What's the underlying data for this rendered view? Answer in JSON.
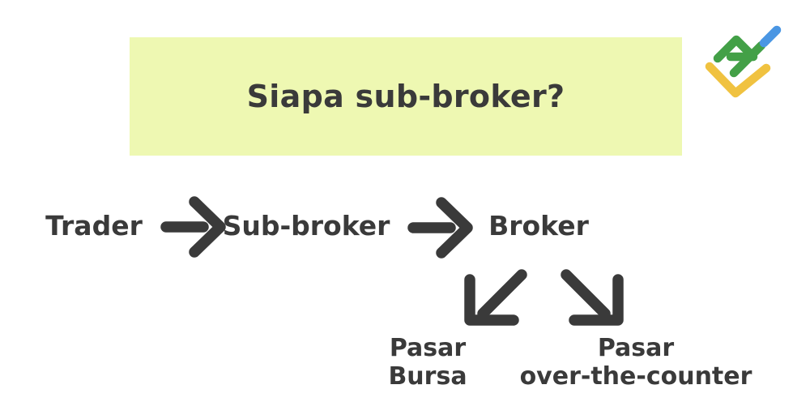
{
  "banner": {
    "title": "Siapa sub-broker?",
    "background": "#eef8b2"
  },
  "flow": {
    "node1": "Trader",
    "node2": "Sub-broker",
    "node3": "Broker"
  },
  "branches": {
    "left": {
      "line1": "Pasar",
      "line2": "Bursa"
    },
    "right": {
      "line1": "Pasar",
      "line2": "over-the-counter"
    }
  },
  "icons": {
    "arrow_right": "right-arrow",
    "arrow_down_left": "down-left-arrow",
    "arrow_down_right": "down-right-arrow",
    "logo": "litefinance-logo"
  },
  "colors": {
    "text": "#3a3a3a",
    "arrow": "#3a3a3a",
    "logo_green": "#43a047",
    "logo_blue": "#4a96e3",
    "logo_yellow": "#f0c240"
  }
}
